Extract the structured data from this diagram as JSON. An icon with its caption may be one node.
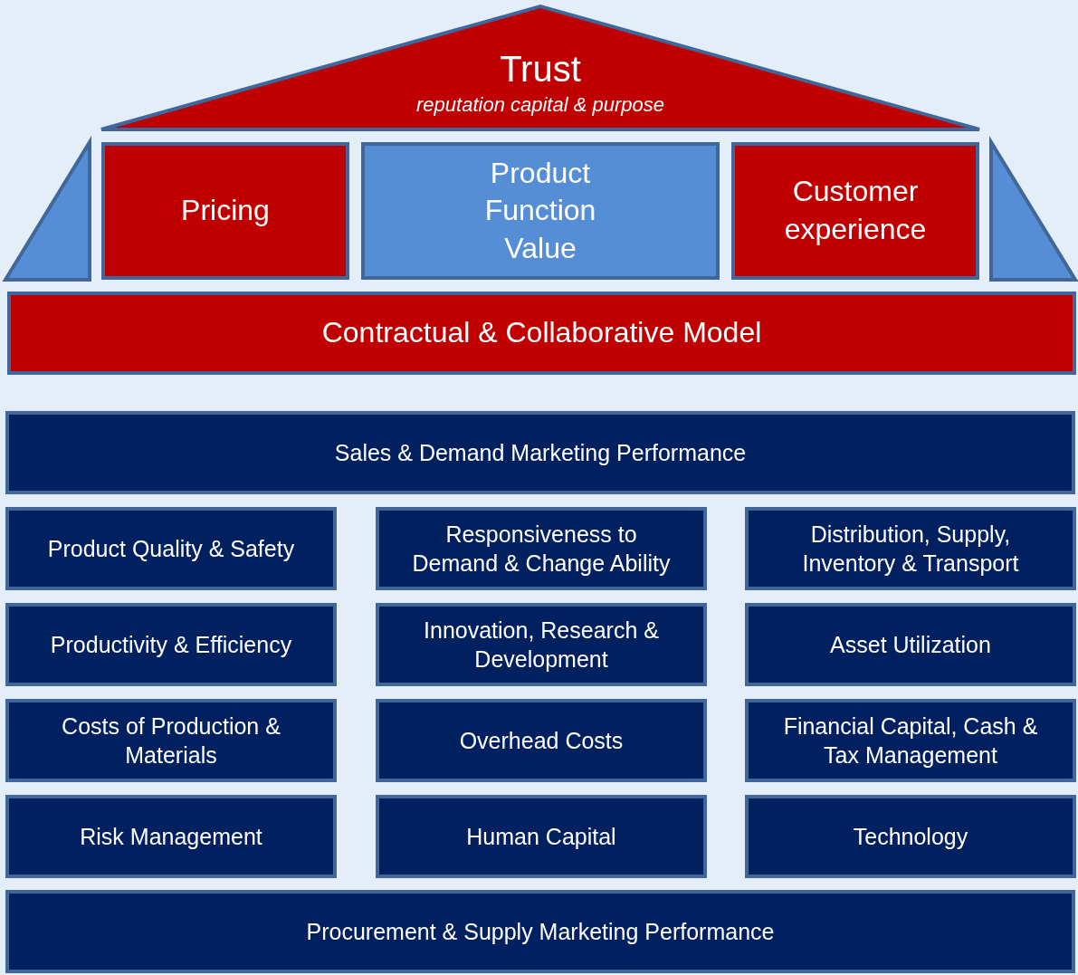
{
  "diagram": {
    "nodes": [
      {
        "text": [
          "Trust",
          "reputation capital & purpose"
        ]
      },
      {
        "text": [
          "Pricing"
        ]
      },
      {
        "text": [
          "Product Function Value"
        ]
      },
      {
        "text": [
          "Customer experience"
        ]
      },
      {
        "text": [
          "Contractual & Collaborative Model"
        ]
      },
      {
        "text": [
          "Sales & Demand Marketing Performance"
        ]
      },
      {
        "text": [
          "Product Quality & Safety"
        ]
      },
      {
        "text": [
          "Responsiveness to Demand & Change Ability"
        ]
      },
      {
        "text": [
          "Distribution, Supply, Inventory & Transport"
        ]
      },
      {
        "text": [
          "Productivity & Efficiency"
        ]
      },
      {
        "text": [
          "Innovation, Research & Development"
        ]
      },
      {
        "text": [
          "Asset Utilization"
        ]
      },
      {
        "text": [
          "Costs of Production & Materials"
        ]
      },
      {
        "text": [
          "Overhead Costs"
        ]
      },
      {
        "text": [
          "Financial Capital, Cash & Tax Management"
        ]
      },
      {
        "text": [
          "Risk Management"
        ]
      },
      {
        "text": [
          "Human Capital"
        ]
      },
      {
        "text": [
          "Technology"
        ]
      },
      {
        "text": [
          "Procurement & Supply Marketing Performance"
        ]
      },
      {
        "text": [],
        "shape": "triangle"
      },
      {
        "text": [],
        "shape": "triangle"
      }
    ]
  }
}
